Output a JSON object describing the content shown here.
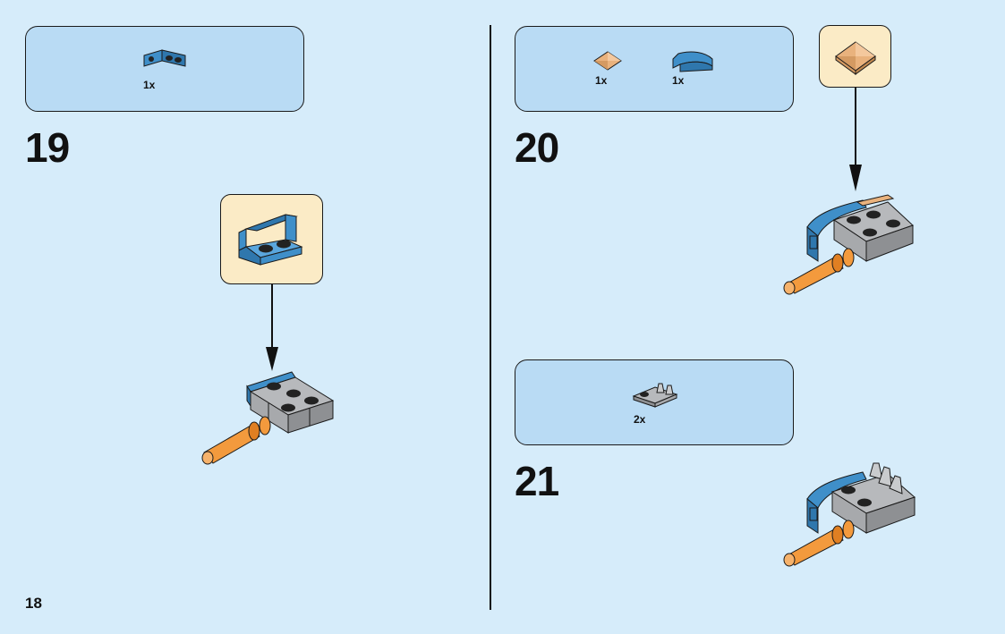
{
  "page": {
    "number": "18"
  },
  "steps": [
    {
      "number": "19",
      "parts": [
        {
          "qty": "1x",
          "icon": "blue-bracket-part-icon"
        }
      ]
    },
    {
      "number": "20",
      "parts": [
        {
          "qty": "1x",
          "icon": "tan-tile-part-icon"
        },
        {
          "qty": "1x",
          "icon": "blue-curved-slope-part-icon"
        }
      ]
    },
    {
      "number": "21",
      "parts": [
        {
          "qty": "2x",
          "icon": "gray-clip-plate-part-icon"
        }
      ]
    }
  ],
  "colors": {
    "background": "#d6ecfa",
    "parts_box": "#b9dbf4",
    "callout": "#fbebc6",
    "brick_blue": "#3f8fc9",
    "brick_orange": "#f39a3d",
    "brick_gray": "#a7a9ac",
    "brick_black": "#222222",
    "brick_tan": "#e9b27d"
  }
}
